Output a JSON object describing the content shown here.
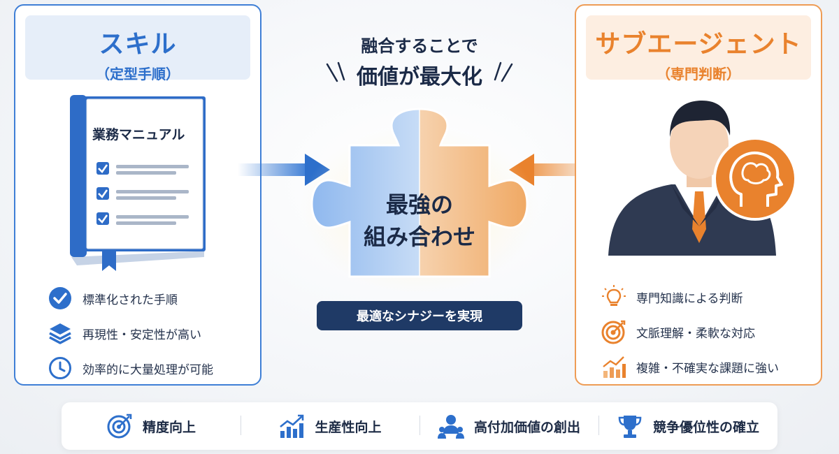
{
  "colors": {
    "blue": "#3f7fd6",
    "orange": "#ee9c55",
    "navy": "#1f3a66"
  },
  "left_panel": {
    "title": "スキル",
    "subtitle": "（定型手順）",
    "book_title": "業務マニュアル",
    "features": [
      {
        "icon": "check-circle-icon",
        "label": "標準化された手順"
      },
      {
        "icon": "layers-icon",
        "label": "再現性・安定性が高い"
      },
      {
        "icon": "clock-icon",
        "label": "効率的に大量処理が可能"
      }
    ]
  },
  "center": {
    "line1": "融合することで",
    "line2": "価値が最大化",
    "puzzle_line1": "最強の",
    "puzzle_line2": "組み合わせ",
    "badge": "最適なシナジーを実現"
  },
  "right_panel": {
    "title": "サブエージェント",
    "subtitle": "（専門判断）",
    "features": [
      {
        "icon": "lightbulb-icon",
        "label": "専門知識による判断"
      },
      {
        "icon": "target-icon",
        "label": "文脈理解・柔軟な対応"
      },
      {
        "icon": "growth-chart-icon",
        "label": "複雑・不確実な課題に強い"
      }
    ]
  },
  "bottom_bar": [
    {
      "icon": "target-arrow-icon",
      "label": "精度向上"
    },
    {
      "icon": "growth-chart-icon",
      "label": "生産性向上"
    },
    {
      "icon": "team-icon",
      "label": "高付加価値の創出"
    },
    {
      "icon": "trophy-icon",
      "label": "競争優位性の確立"
    }
  ]
}
